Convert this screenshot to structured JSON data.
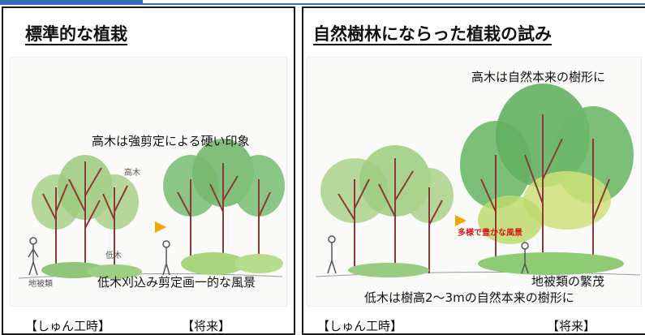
{
  "left_panel": {
    "title": "標準的な植栽",
    "note_tall": "高木は強剪定による硬い印象",
    "label_tall": "高木",
    "label_shrub": "低木",
    "label_ground": "地被類",
    "note_shrub": "低木刈込み剪定画一的な風景",
    "caption_now": "【しゅん工時】",
    "caption_future": "【将来】"
  },
  "right_panel": {
    "title": "自然樹林にならった植栽の試み",
    "note_tall": "高木は自然本来の樹形に",
    "label_red": "多様で豊かな風景",
    "note_ground": "地被類の繁茂",
    "note_shrub": "低木は樹高2～3mの自然本来の樹形に",
    "caption_now": "【しゅん工時】",
    "caption_future": "【将来】"
  },
  "colors": {
    "accent_blue": "#2f6fb5",
    "arrow": "#f0a800",
    "red_label": "#d81b1b"
  }
}
